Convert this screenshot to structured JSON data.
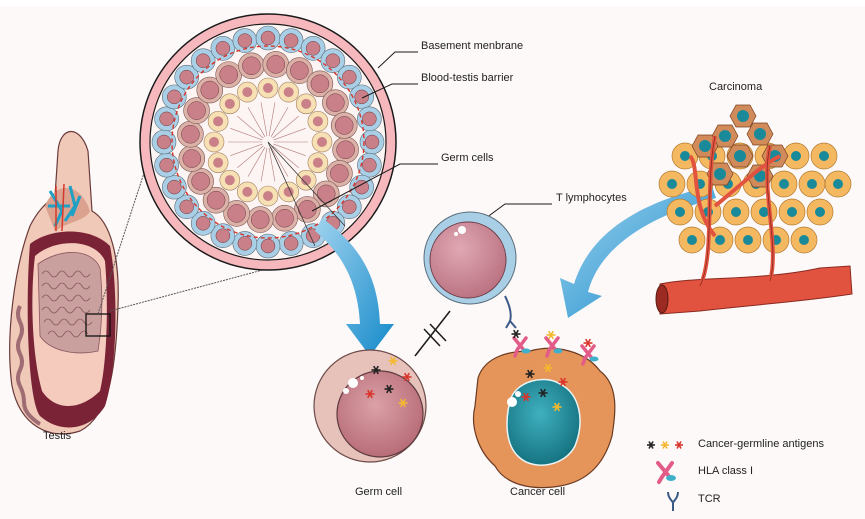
{
  "figure": {
    "labels": {
      "testis": "Testis",
      "basement_membrane": "Basement menbrane",
      "blood_testis_barrier": "Blood-testis barrier",
      "germ_cells": "Germ cells",
      "t_lymphocytes": "T lymphocytes",
      "carcinoma": "Carcinoma",
      "germ_cell": "Germ cell",
      "cancer_cell": "Cancer cell"
    },
    "legend": [
      {
        "icon": "asterisk-icon-set",
        "label": "Cancer-germline antigens",
        "colors": [
          "#222222",
          "#f5b82e",
          "#d9342b"
        ]
      },
      {
        "icon": "hla-class-i-icon",
        "label": "HLA class I"
      },
      {
        "icon": "tcr-icon",
        "label": "TCR"
      }
    ],
    "colors": {
      "arrow_blue": "#1f9ad6",
      "tubule_wall": "#f6b7bc",
      "germ_cell_body": "#e8c3bd",
      "germ_nucleus": "#c98088",
      "cancer_body": "#e6955a",
      "cancer_nucleus": "#1a8a9a",
      "t_cell_membrane": "#a9cfe6",
      "t_cell_nucleus": "#cf8c9a",
      "vessel_red": "#e2533f",
      "tumor_cell": "#f4b860"
    }
  }
}
